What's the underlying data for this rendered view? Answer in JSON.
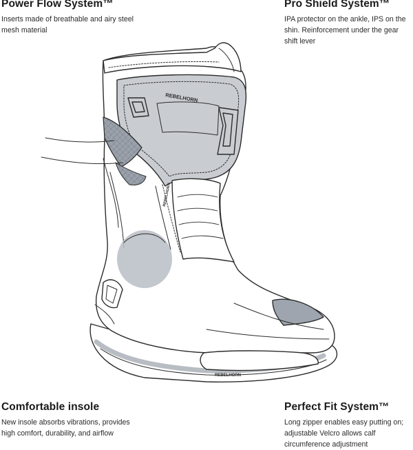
{
  "features": {
    "power_flow": {
      "title": "Power Flow System™",
      "text": "Inserts made of breathable and airy steel mesh material"
    },
    "pro_shield": {
      "title": "Pro Shield System™",
      "text": "IPA protector on the ankle, IPS on the shin. Reinforcement under the gear shift lever"
    },
    "insole": {
      "title": "Comfortable insole",
      "text": "New insole absorbs vibrations, provides high comfort, durability, and airflow"
    },
    "perfect_fit": {
      "title": "Perfect Fit System™",
      "text": "Long zipper enables easy putting on; adjustable Velcro allows calf circumference adjustment"
    }
  },
  "boot": {
    "brand_texts": [
      "REBELHORN",
      "REBELHORN",
      "REBELHORN"
    ],
    "colors": {
      "outline": "#2b2b2b",
      "shield_fill": "#c9ccd1",
      "mesh_fill": "#9aa1ab",
      "toe_fill": "#9ea5af",
      "ankle_fill": "#b8bec6",
      "sole_accent": "#c5cad1"
    }
  }
}
